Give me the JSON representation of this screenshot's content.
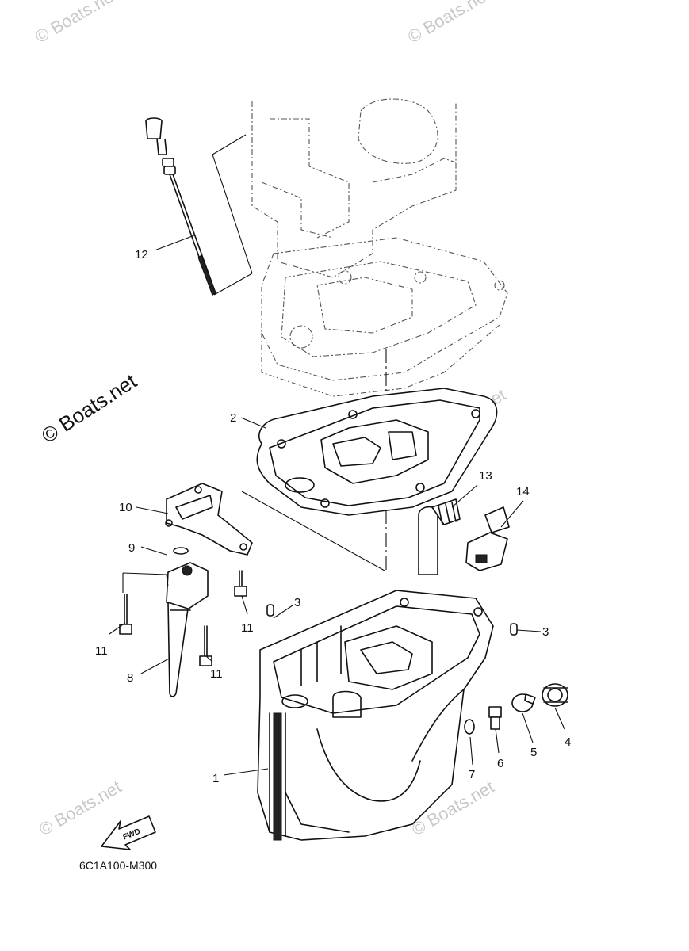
{
  "watermark": {
    "text": "© Boats.net"
  },
  "diagram_code": "6C1A100-M300",
  "fwd_label": "FWD",
  "callouts": [
    {
      "id": "c1",
      "text": "1"
    },
    {
      "id": "c2",
      "text": "2"
    },
    {
      "id": "c3a",
      "text": "3"
    },
    {
      "id": "c3b",
      "text": "3"
    },
    {
      "id": "c4",
      "text": "4"
    },
    {
      "id": "c5",
      "text": "5"
    },
    {
      "id": "c6",
      "text": "6"
    },
    {
      "id": "c7",
      "text": "7"
    },
    {
      "id": "c8",
      "text": "8"
    },
    {
      "id": "c9",
      "text": "9"
    },
    {
      "id": "c10",
      "text": "10"
    },
    {
      "id": "c11a",
      "text": "11"
    },
    {
      "id": "c11b",
      "text": "11"
    },
    {
      "id": "c11c",
      "text": "11"
    },
    {
      "id": "c12",
      "text": "12"
    },
    {
      "id": "c13",
      "text": "13"
    },
    {
      "id": "c14",
      "text": "14"
    }
  ]
}
